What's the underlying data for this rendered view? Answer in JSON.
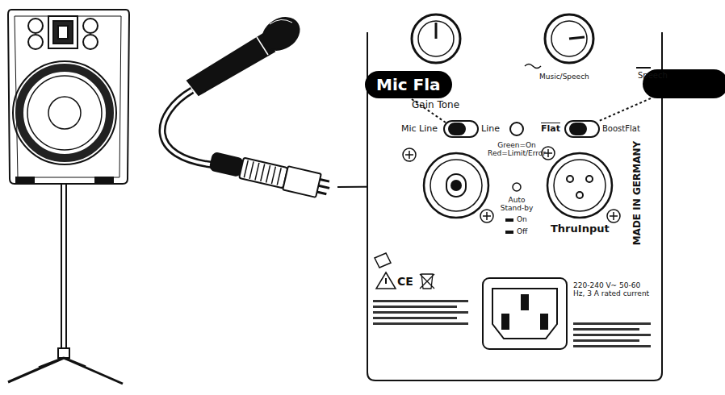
{
  "diagram": {
    "nodes": [
      {
        "text": [
          "Mic Fla"
        ]
      }
    ],
    "labels": [
      "Gain Tone",
      "Music/Speech",
      "Speech",
      "Mic Line",
      "Line",
      "Flat",
      "BoostFlat",
      "Green=On Red=Limit/Error",
      "Auto Stand-by",
      "On",
      "Off",
      "ThruInput",
      "MADE IN GERMANY",
      "CE",
      "220-240 V~ 50-60 Hz, 3 A rated current"
    ]
  }
}
